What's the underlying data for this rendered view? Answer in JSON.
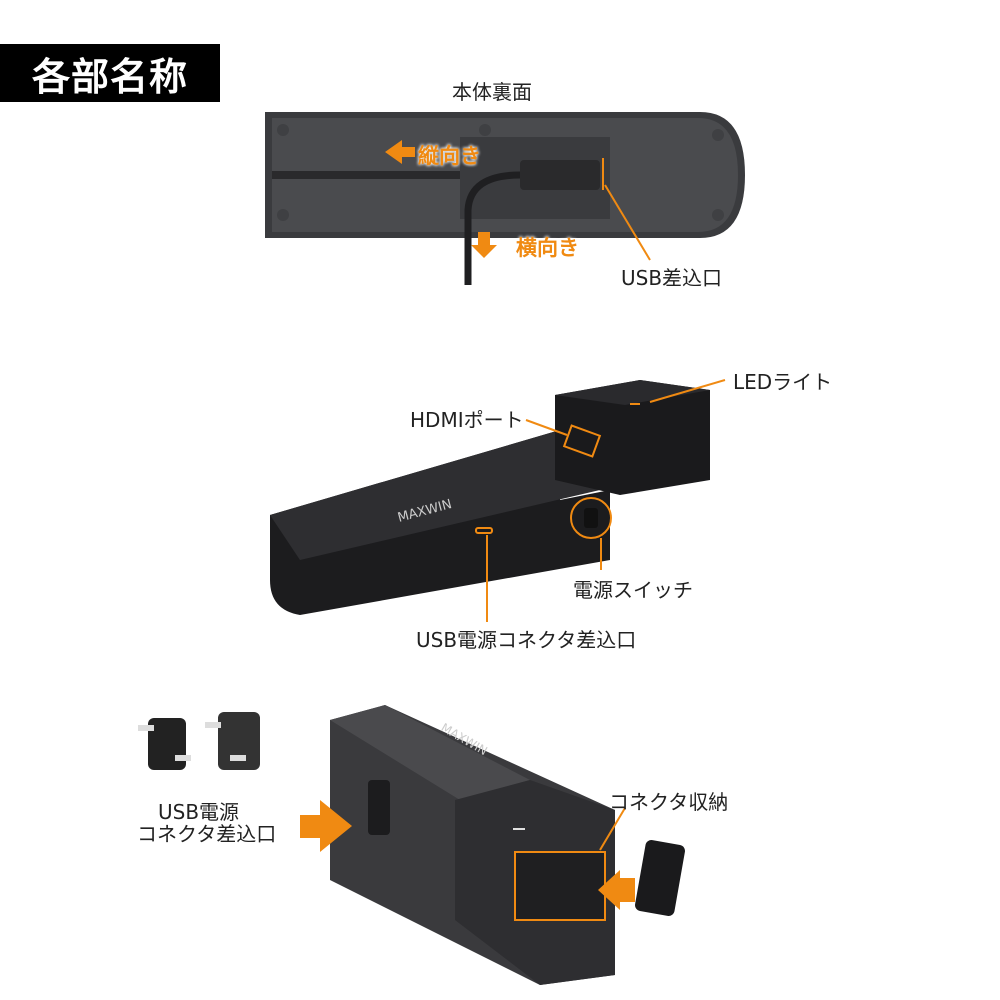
{
  "header": {
    "title": "各部名称"
  },
  "colors": {
    "accent": "#f08a12",
    "title_bg": "#000000",
    "device": "#2b2b2d"
  },
  "section1": {
    "caption": "本体裏面",
    "labels": {
      "portrait": "縦向き",
      "landscape": "横向き",
      "usb_port": "USB差込口"
    }
  },
  "section2": {
    "labels": {
      "led": "LEDライト",
      "hdmi": "HDMIポート",
      "power_switch": "電源スイッチ",
      "usb_power": "USB電源コネクタ差込口"
    },
    "brand": "MAXWIN"
  },
  "section3": {
    "labels": {
      "usb_power_line1": "USB電源",
      "usb_power_line2": "コネクタ差込口",
      "connector_storage": "コネクタ収納"
    },
    "brand": "MAXWIN"
  }
}
